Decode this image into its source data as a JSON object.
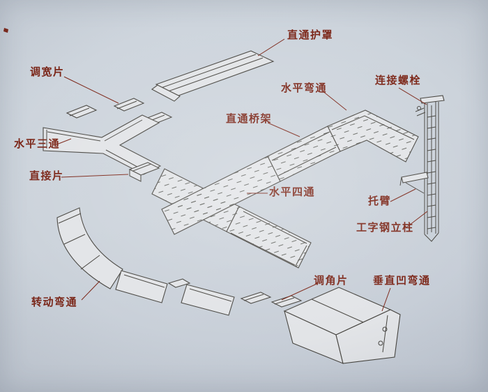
{
  "palette": {
    "background": "#ccd3db",
    "ink": "#46443f",
    "paper": "#e2e4e7",
    "label": "#7b2517"
  },
  "diagram": {
    "labels": [
      {
        "text": "直通护罩"
      },
      {
        "text": "调宽片"
      },
      {
        "text": "水平弯通"
      },
      {
        "text": "连接螺栓"
      },
      {
        "text": "直通桥架"
      },
      {
        "text": "水平三通"
      },
      {
        "text": "直接片"
      },
      {
        "text": "水平四通"
      },
      {
        "text": "托臂"
      },
      {
        "text": "工字钢立柱"
      },
      {
        "text": "调角片"
      },
      {
        "text": "垂直凹弯通"
      },
      {
        "text": "转动弯通"
      }
    ]
  }
}
